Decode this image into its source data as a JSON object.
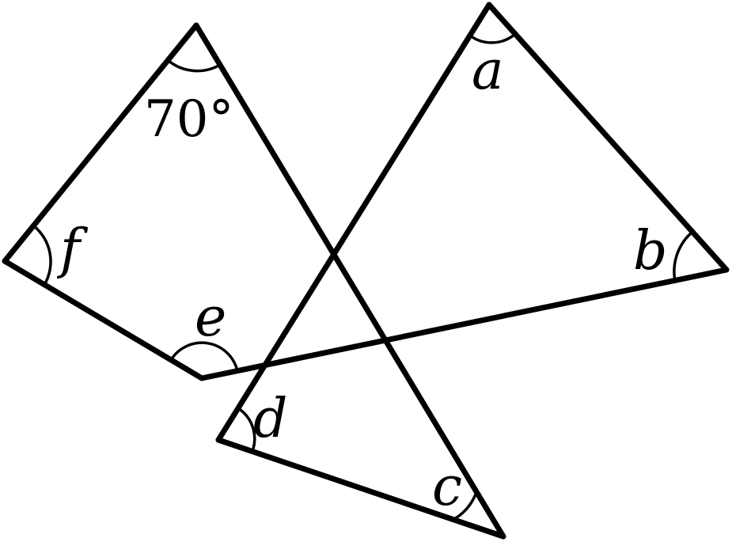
{
  "labels": {
    "top_angle": "70°",
    "a": "a",
    "b": "b",
    "c": "c",
    "d": "d",
    "e": "e",
    "f": "f"
  },
  "colors": {
    "stroke": "#000000",
    "background": "#ffffff"
  }
}
